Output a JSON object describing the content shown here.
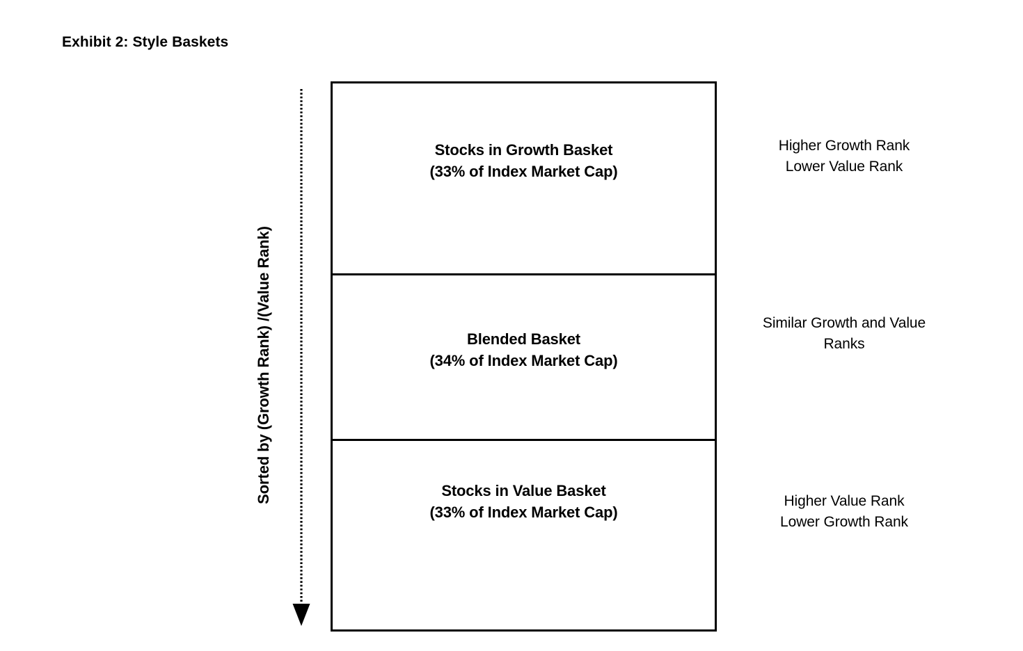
{
  "exhibit": {
    "title": "Exhibit 2: Style Baskets"
  },
  "axis": {
    "label": "Sorted by (Growth Rank) /(Value Rank)",
    "arrow_direction": "down",
    "arrow_style": "dotted",
    "arrow_color": "#000000"
  },
  "baskets": [
    {
      "id": "growth",
      "name": "Stocks in Growth Basket",
      "share": "(33% of Index Market Cap)",
      "share_percent": 33,
      "annotation_line1": "Higher Growth Rank",
      "annotation_line2": "Lower Value Rank"
    },
    {
      "id": "blend",
      "name": "Blended Basket",
      "share": "(34% of Index Market Cap)",
      "share_percent": 34,
      "annotation_line1": "Similar Growth and Value",
      "annotation_line2": "Ranks"
    },
    {
      "id": "value",
      "name": "Stocks in Value Basket",
      "share": "(33% of Index Market Cap)",
      "share_percent": 33,
      "annotation_line1": "Higher Value Rank",
      "annotation_line2": "Lower Growth Rank"
    }
  ],
  "colors": {
    "border": "#000000",
    "text": "#000000",
    "background": "#ffffff"
  }
}
